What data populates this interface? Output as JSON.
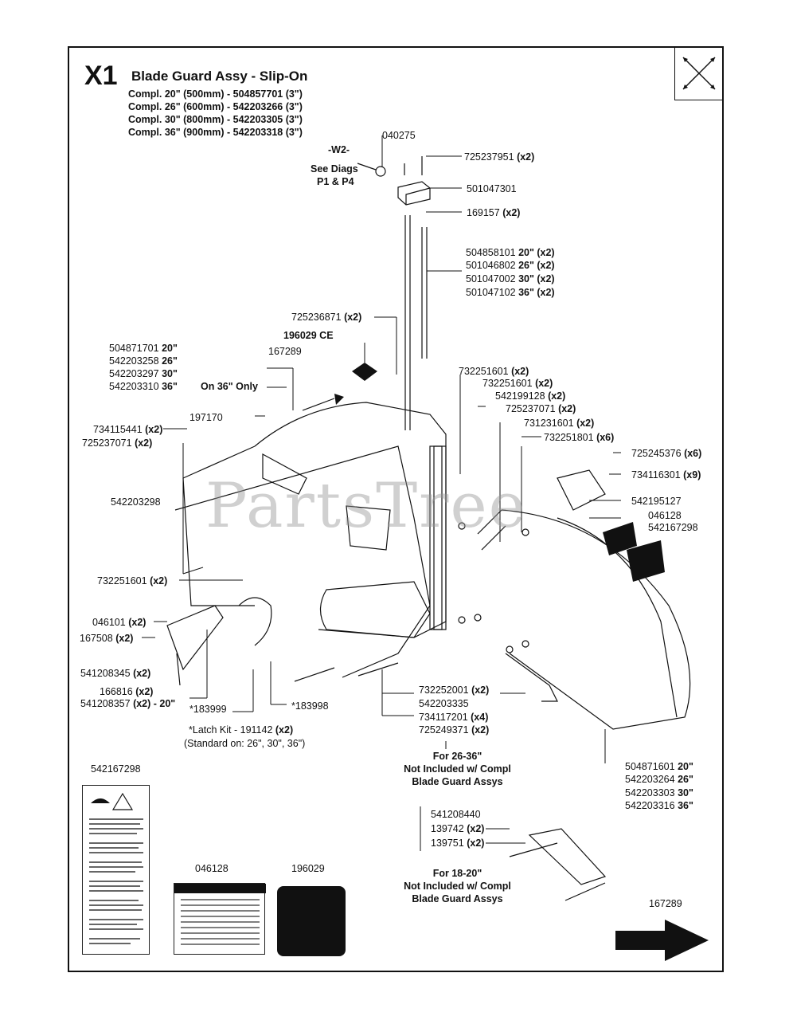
{
  "header": {
    "code": "X1",
    "title": "Blade Guard Assy - Slip-On",
    "compl": [
      "Compl. 20\" (500mm) - 504857701 (3\")",
      "Compl. 26\" (600mm) - 542203266 (3\")",
      "Compl. 30\" (800mm) - 542203305 (3\")",
      "Compl. 36\" (900mm) - 542203318 (3\")"
    ]
  },
  "watermark": "PartsTree",
  "parts": {
    "p040275": "040275",
    "w2": "-W2-",
    "see_diags": "See Diags",
    "p1p4": "P1 & P4",
    "p725237951": "725237951",
    "x2": "(x2)",
    "p501047301": "501047301",
    "p169157": "169157",
    "rod_lines": [
      [
        "504858101",
        "20\" (x2)"
      ],
      [
        "501046802",
        "26\" (x2)"
      ],
      [
        "501047002",
        "30\" (x2)"
      ],
      [
        "501047102",
        "36\" (x2)"
      ]
    ],
    "p725236871": "725236871",
    "p196029ce": "196029 CE",
    "p167289": "167289",
    "cover_lines": [
      [
        "504871701",
        "20\""
      ],
      [
        "542203258",
        "26\""
      ],
      [
        "542203297",
        "30\""
      ],
      [
        "542203310",
        "36\""
      ]
    ],
    "on36": "On 36\" Only",
    "p732251601": "732251601",
    "p732251601b": "732251601",
    "p542199128": "542199128",
    "p725237071": "725237071",
    "p731231601": "731231601",
    "p732251801": "732251801",
    "x6": "(x6)",
    "p197170": "197170",
    "p734115441": "734115441",
    "p725237071b": "725237071",
    "p725245376": "725245376",
    "p734116301": "734116301",
    "x9": "(x9)",
    "p542203298": "542203298",
    "p542195127": "542195127",
    "p046128": "046128",
    "p542167298": "542167298",
    "p732251601c": "732251601",
    "p046101": "046101",
    "p167508": "167508",
    "p541208345": "541208345",
    "p166816": "166816",
    "p541208357": "541208357",
    "x2_20": "(x2) - 20\"",
    "p183999": "*183999",
    "p183998": "*183998",
    "latch_kit": "*Latch Kit - 191142",
    "latch_std": "(Standard on: 26\", 30\", 36\")",
    "p732252001": "732252001",
    "p542203335": "542203335",
    "p734117201": "734117201",
    "x4": "(x4)",
    "p725249371": "725249371",
    "note_26_36": [
      "For 26-36\"",
      "Not Included w/ Compl",
      "Blade Guard Assys"
    ],
    "outer_lines": [
      [
        "504871601",
        "20\""
      ],
      [
        "542203264",
        "26\""
      ],
      [
        "542203303",
        "30\""
      ],
      [
        "542203316",
        "36\""
      ]
    ],
    "p541208440": "541208440",
    "p139742": "139742",
    "p139751": "139751",
    "note_18_20": [
      "For 18-20\"",
      "Not Included w/ Compl",
      "Blade Guard Assys"
    ],
    "label_542167298": "542167298",
    "label_046128": "046128",
    "label_196029": "196029",
    "label_167289": "167289"
  }
}
